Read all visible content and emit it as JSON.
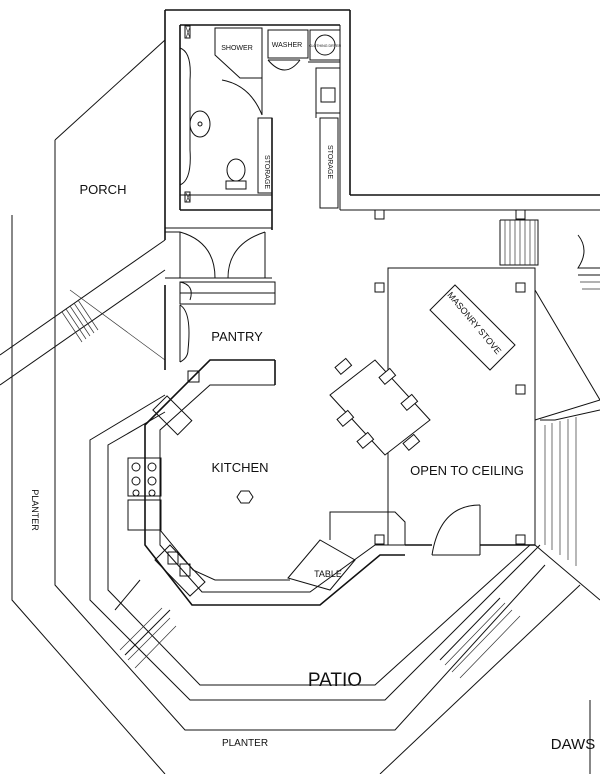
{
  "rooms": {
    "porch": "PORCH",
    "pantry": "PANTRY",
    "kitchen": "KITCHEN",
    "open_to_ceiling": "OPEN TO CEILING",
    "patio": "PATIO",
    "planter_left": "PLANTER",
    "planter_bottom": "PLANTER",
    "shower": "SHOWER",
    "washer": "WASHER",
    "dryer": "CLOTHING DRYER",
    "storage_left": "STORAGE",
    "storage_right": "STORAGE",
    "masonry_stove": "MASONRY STOVE",
    "table": "TABLE",
    "daws": "DAWS"
  }
}
